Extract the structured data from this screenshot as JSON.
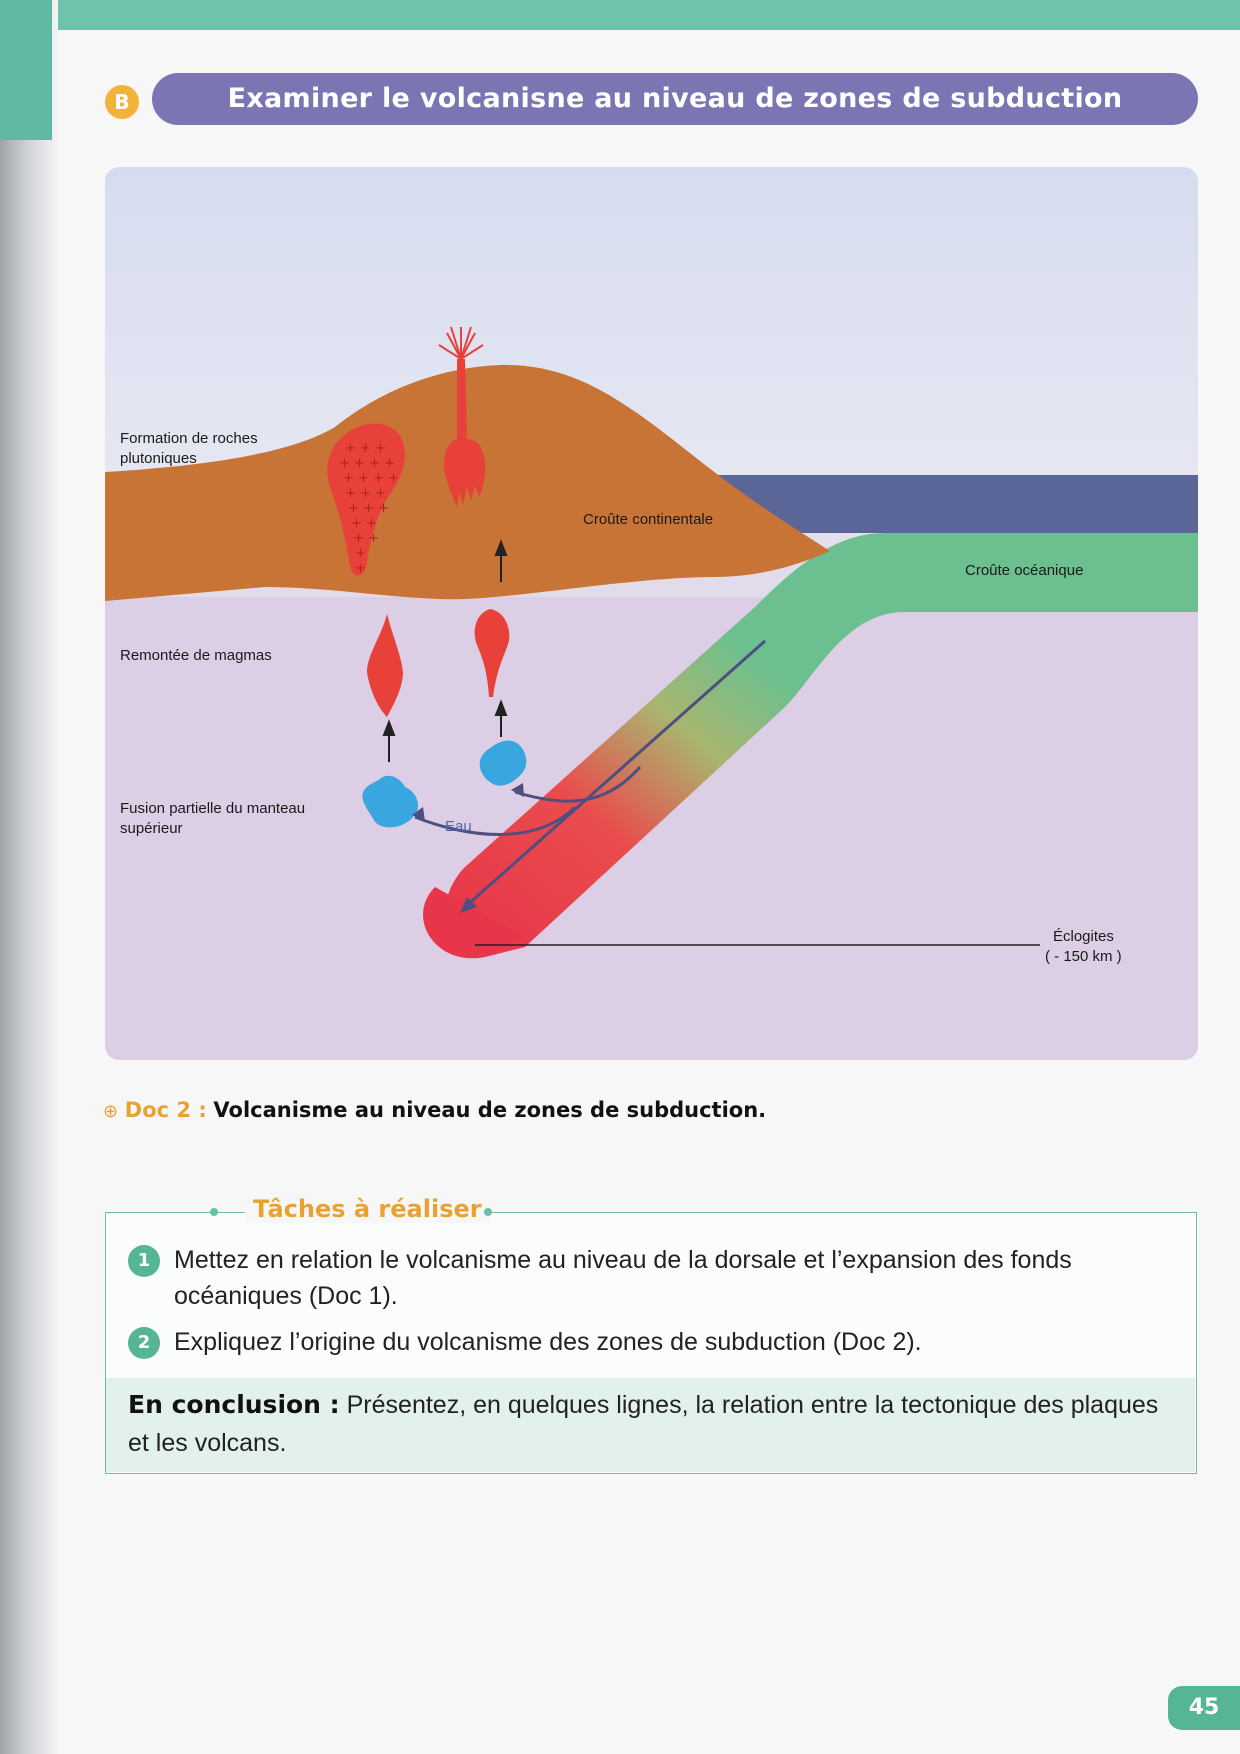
{
  "section": {
    "badge": "B",
    "title": "Examiner le volcanisne au niveau de zones de subduction"
  },
  "diagram": {
    "labels": {
      "plutonic": "Formation de roches plutoniques",
      "continental": "Croûte continentale",
      "oceanic": "Croûte océanique",
      "magma_rise": "Remontée de magmas",
      "fusion": "Fusion partielle du manteau supérieur",
      "water": "Eau",
      "eclogites": "Éclogites",
      "depth": "( - 150 km )"
    },
    "colors": {
      "continental_crust": "#c77436",
      "oceanic_crust": "#6cc08f",
      "sea": "#5a6698",
      "mantle": "#dccfe5",
      "magma": "#e8413a",
      "fusion": "#3aa6df"
    }
  },
  "caption": {
    "icon": "⊕",
    "doc": "Doc 2 :",
    "title": "Volcanisme au niveau de zones de subduction."
  },
  "tasks": {
    "heading": "Tâches à réaliser",
    "items": [
      {
        "num": "1",
        "text": "Mettez en relation le volcanisme au niveau de la dorsale et l’expansion des fonds océaniques (Doc 1)."
      },
      {
        "num": "2",
        "text": "Expliquez l’origine du volcanisme des zones de subduction (Doc 2)."
      }
    ],
    "conclusion_label": "En conclusion :",
    "conclusion_text": " Présentez, en quelques lignes, la relation entre la tectonique des plaques et les volcans."
  },
  "page_number": "45"
}
